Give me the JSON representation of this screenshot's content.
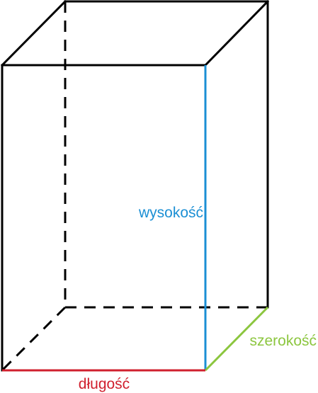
{
  "labels": {
    "height": "wysokość",
    "width": "szerokość",
    "length": "długość"
  },
  "colors": {
    "edge": "#000000",
    "height": "#1b8fd4",
    "width": "#8cc63f",
    "length": "#d0202e"
  }
}
